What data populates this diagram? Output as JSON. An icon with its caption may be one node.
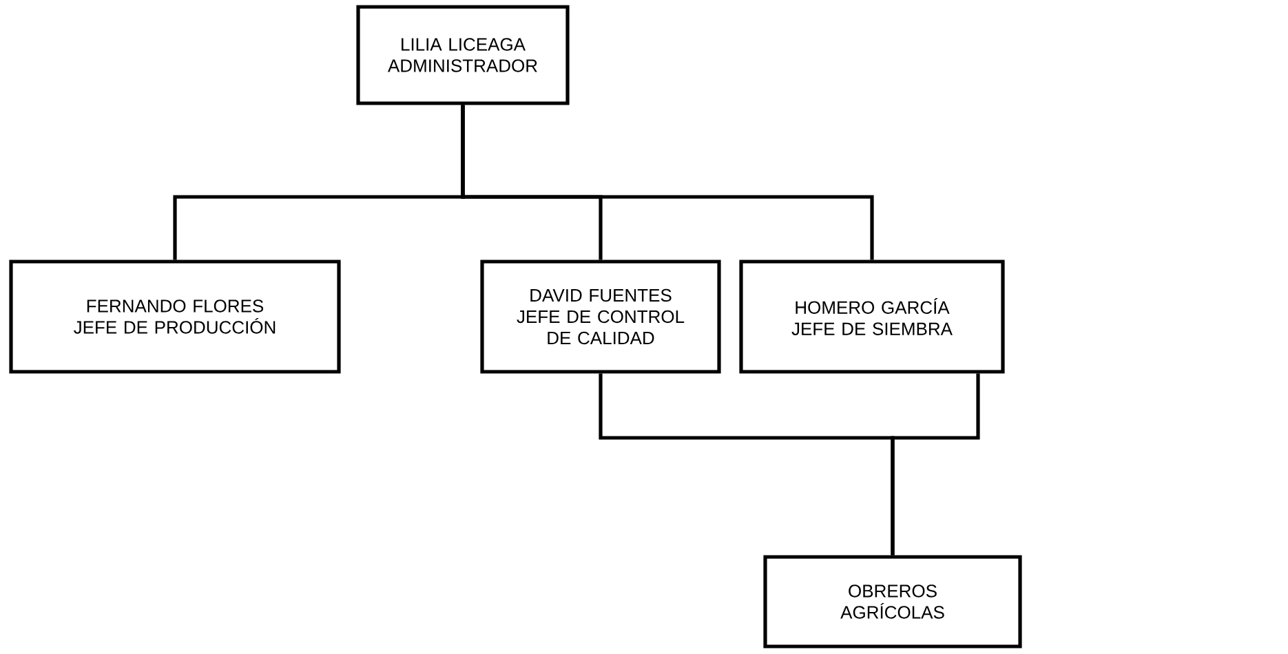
{
  "diagram": {
    "nodes": [
      {
        "text": [
          "LILIA LICEAGA",
          "ADMINISTRADOR"
        ]
      },
      {
        "text": [
          "FERNANDO FLORES",
          "JEFE DE PRODUCCIÓN"
        ]
      },
      {
        "text": [
          "DAVID FUENTES",
          "JEFE DE CONTROL DE CALIDAD"
        ]
      },
      {
        "text": [
          "HOMERO GARCÍA",
          "JEFE DE SIEMBRA"
        ]
      },
      {
        "text": [
          "OBREROS AGRÍCOLAS"
        ]
      }
    ],
    "edges": [
      {
        "from": 0,
        "to": 1,
        "arrow": "none"
      },
      {
        "from": 0,
        "to": 2,
        "arrow": "none"
      },
      {
        "from": 0,
        "to": 3,
        "arrow": "none"
      },
      {
        "from": 2,
        "to": 4,
        "arrow": "none"
      },
      {
        "from": 3,
        "to": 4,
        "arrow": "none"
      }
    ]
  }
}
